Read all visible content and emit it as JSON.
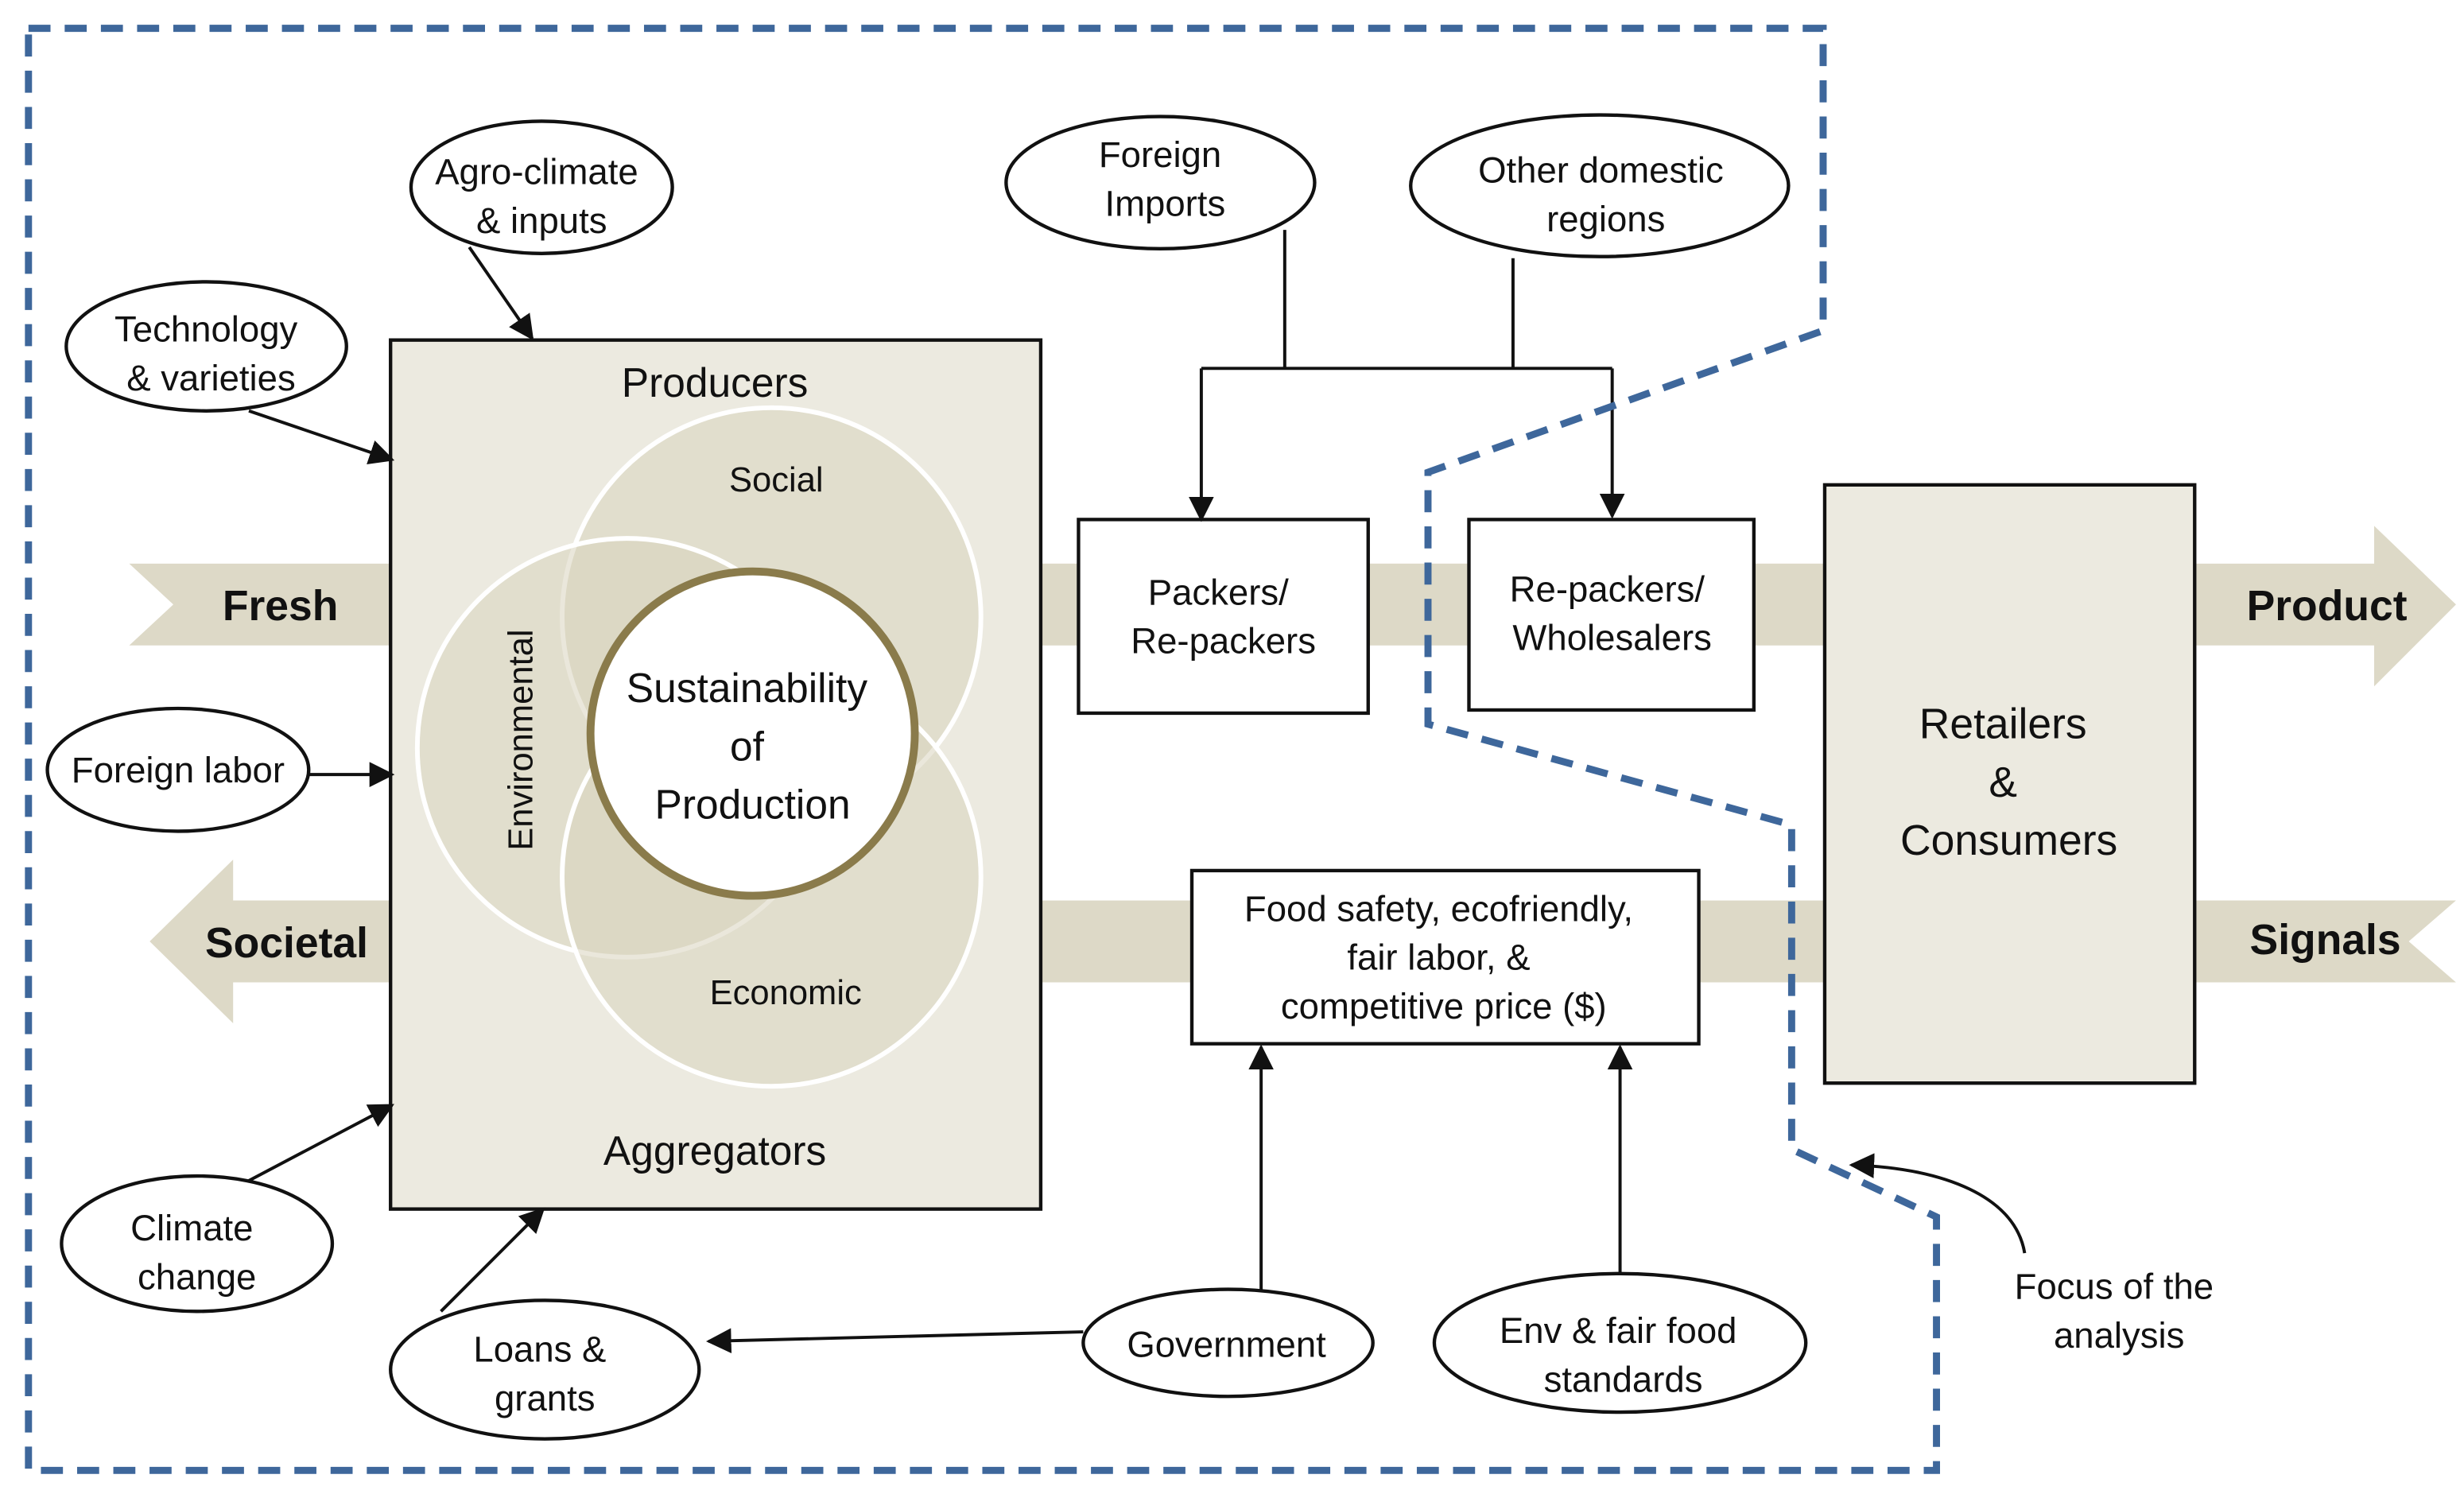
{
  "labels": {
    "agro_climate": [
      "Agro-climate",
      "& inputs"
    ],
    "technology": [
      "Technology",
      "& varieties"
    ],
    "foreign_labor": "Foreign labor",
    "climate_change": [
      "Climate",
      "change"
    ],
    "loans": [
      "Loans &",
      "grants"
    ],
    "foreign_imports": [
      "Foreign",
      "Imports"
    ],
    "other_regions": [
      "Other domestic",
      "regions"
    ],
    "producers": "Producers",
    "aggregators": "Aggregators",
    "social": "Social",
    "environmental": "Environmental",
    "economic": "Economic",
    "sustainability": [
      "Sustainability",
      "of",
      "Production"
    ],
    "packers": [
      "Packers/",
      "Re-packers"
    ],
    "repackers": [
      "Re-packers/",
      "Wholesalers"
    ],
    "retailers": [
      "Retailers",
      "&",
      "Consumers"
    ],
    "signals_box": [
      "Food safety, ecofriendly,",
      "fair labor, &",
      "competitive price ($)"
    ],
    "government": "Government",
    "env_standards": [
      "Env & fair food",
      "standards"
    ],
    "focus": [
      "Focus of the",
      "analysis"
    ],
    "fresh": "Fresh",
    "product": "Product",
    "societal": "Societal",
    "signals": "Signals"
  },
  "colors": {
    "band": "#ddd9c7",
    "panel": "#eceae0",
    "venn": "#d8d3bd",
    "core_ring": "#8a7b4b",
    "focus_boundary": "#3e679b"
  }
}
